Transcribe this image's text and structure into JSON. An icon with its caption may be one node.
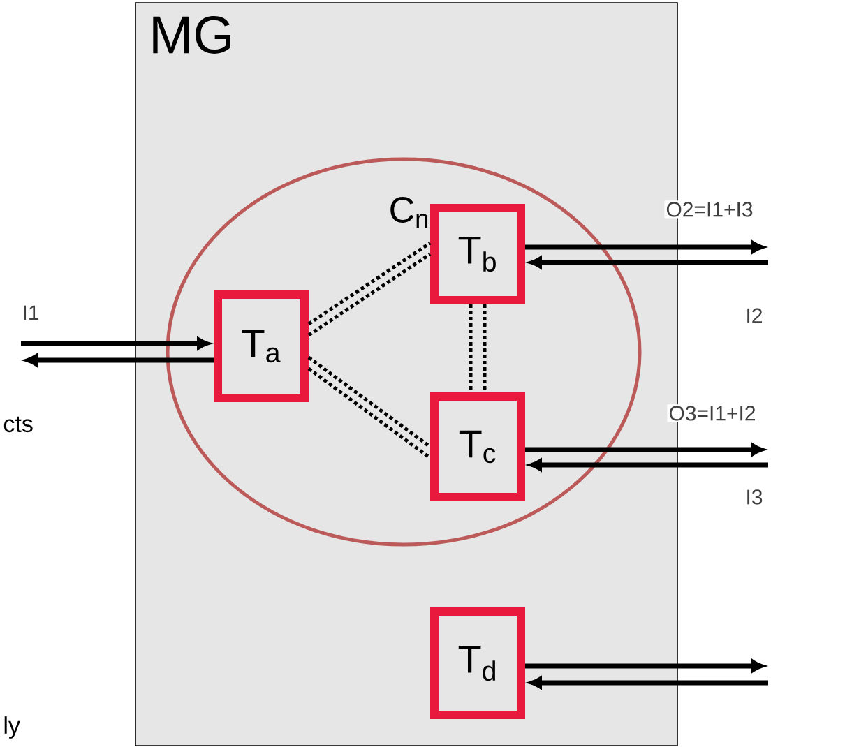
{
  "diagram": {
    "nodes": [
      {
        "text": [
          "MG"
        ]
      },
      {
        "text": [
          "C$_{n}$"
        ],
        "in": 0
      },
      {
        "text": [
          "T$_{a}$"
        ],
        "in": 1
      },
      {
        "text": [
          "T$_{b}$"
        ],
        "in": 1
      },
      {
        "text": [
          "T$_{c}$"
        ],
        "in": 1
      },
      {
        "text": [
          "T$_{d}$"
        ],
        "in": 0
      }
    ],
    "edges": [
      {
        "from": null,
        "to": 2,
        "arrow": "to",
        "label": "I1"
      },
      {
        "from": 2,
        "to": null,
        "arrow": "to"
      },
      {
        "from": 3,
        "to": null,
        "arrow": "to",
        "label": "O2=I1+I3"
      },
      {
        "from": null,
        "to": 3,
        "arrow": "to",
        "label": "I2"
      },
      {
        "from": 4,
        "to": null,
        "arrow": "to",
        "label": "O3=I1+I2"
      },
      {
        "from": null,
        "to": 4,
        "arrow": "to",
        "label": "I3"
      },
      {
        "from": 5,
        "to": null,
        "arrow": "to"
      },
      {
        "from": null,
        "to": 5,
        "arrow": "to"
      },
      {
        "from": 2,
        "to": 3,
        "arrow": "none",
        "style": "dashed"
      },
      {
        "from": 2,
        "to": 4,
        "arrow": "none",
        "style": "dashed"
      },
      {
        "from": 3,
        "to": 4,
        "arrow": "none",
        "style": "dashed"
      }
    ],
    "labels": [
      "cts",
      "ly"
    ]
  }
}
